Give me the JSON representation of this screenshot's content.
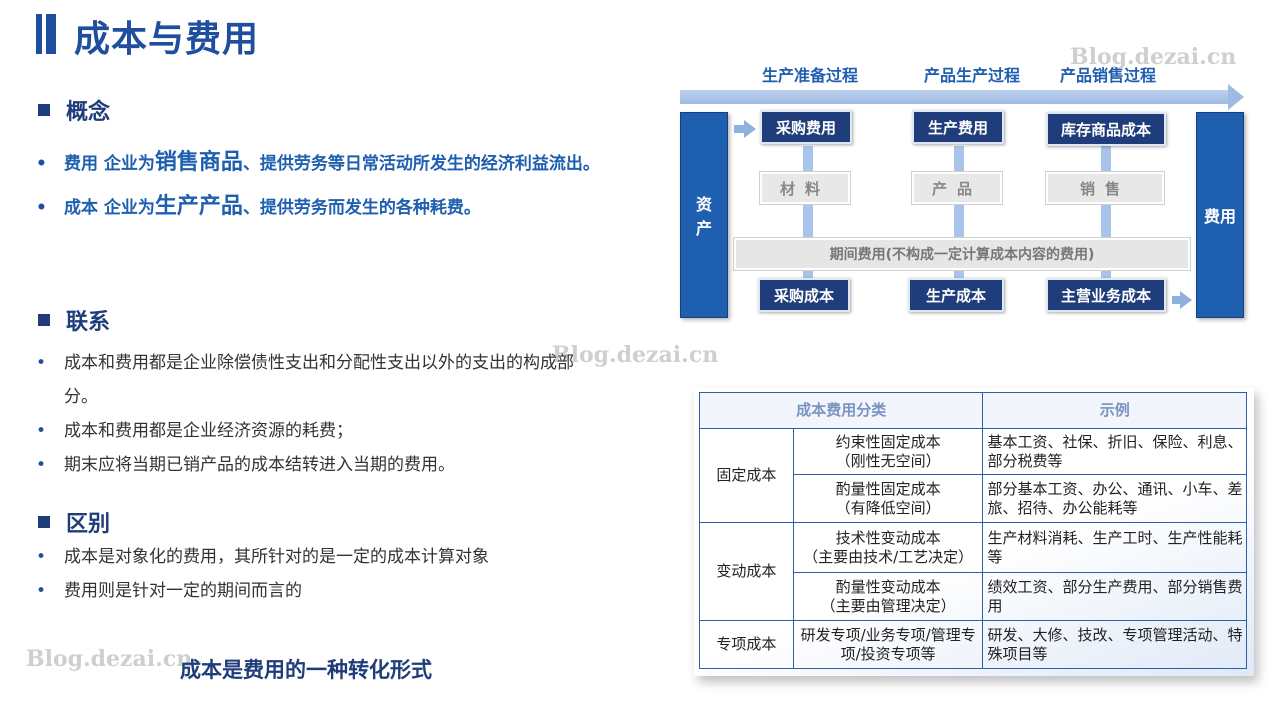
{
  "page_title": "成本与费用",
  "watermark": "Blog.dezai.cn",
  "concept": {
    "heading": "概念",
    "items": [
      {
        "term": "费用",
        "pre": " 企业为",
        "highlight": "销售商品",
        "post": "、提供劳务等日常活动所发生的经济利益流出。"
      },
      {
        "term": "成本",
        "pre": " 企业为",
        "highlight": "生产产品",
        "post": "、提供劳务而发生的各种耗费。"
      }
    ]
  },
  "relation": {
    "heading": "联系",
    "items": [
      "成本和费用都是企业除偿债性支出和分配性支出以外的支出的构成部",
      "分。",
      "成本和费用都是企业经济资源的耗费；",
      "期末应将当期已销产品的成本结转进入当期的费用。"
    ]
  },
  "difference": {
    "heading": "区别",
    "items": [
      "成本是对象化的费用，其所针对的是一定的成本计算对象",
      "费用则是针对一定的期间而言的"
    ]
  },
  "conclusion": "成本是费用的一种转化形式",
  "diagram": {
    "stages": [
      "生产准备过程",
      "产品生产过程",
      "产品销售过程"
    ],
    "left": "资\n产",
    "right": "费用",
    "top_boxes": [
      "采购费用",
      "生产费用",
      "库存商品成本"
    ],
    "mid_boxes": [
      "材料",
      "产品",
      "销售"
    ],
    "period": "期间费用(不构成一定计算成本内容的费用)",
    "bottom_boxes": [
      "采购成本",
      "生产成本",
      "主营业务成本"
    ]
  },
  "cost_table": {
    "headers": [
      "成本费用分类",
      "示例"
    ],
    "groups": [
      {
        "category": "固定成本",
        "rows": [
          {
            "sub": "约束性固定成本\n（刚性无空间）",
            "example": "基本工资、社保、折旧、保险、利息、部分税费等"
          },
          {
            "sub": "酌量性固定成本\n（有降低空间）",
            "example": "部分基本工资、办公、通讯、小车、差旅、招待、办公能耗等"
          }
        ]
      },
      {
        "category": "变动成本",
        "rows": [
          {
            "sub": "技术性变动成本\n（主要由技术/工艺决定）",
            "example": "生产材料消耗、生产工时、生产性能耗等"
          },
          {
            "sub": "酌量性变动成本\n（主要由管理决定）",
            "example": "绩效工资、部分生产费用、部分销售费用"
          }
        ]
      },
      {
        "category": "专项成本",
        "rows": [
          {
            "sub": "研发专项/业务专项/管理专项/投资专项等",
            "example": "研发、大修、技改、专项管理活动、特殊项目等"
          }
        ]
      }
    ]
  },
  "colors": {
    "primary": "#1f4e9e",
    "dark": "#1f3d7a",
    "accent": "#1f5fb0"
  }
}
